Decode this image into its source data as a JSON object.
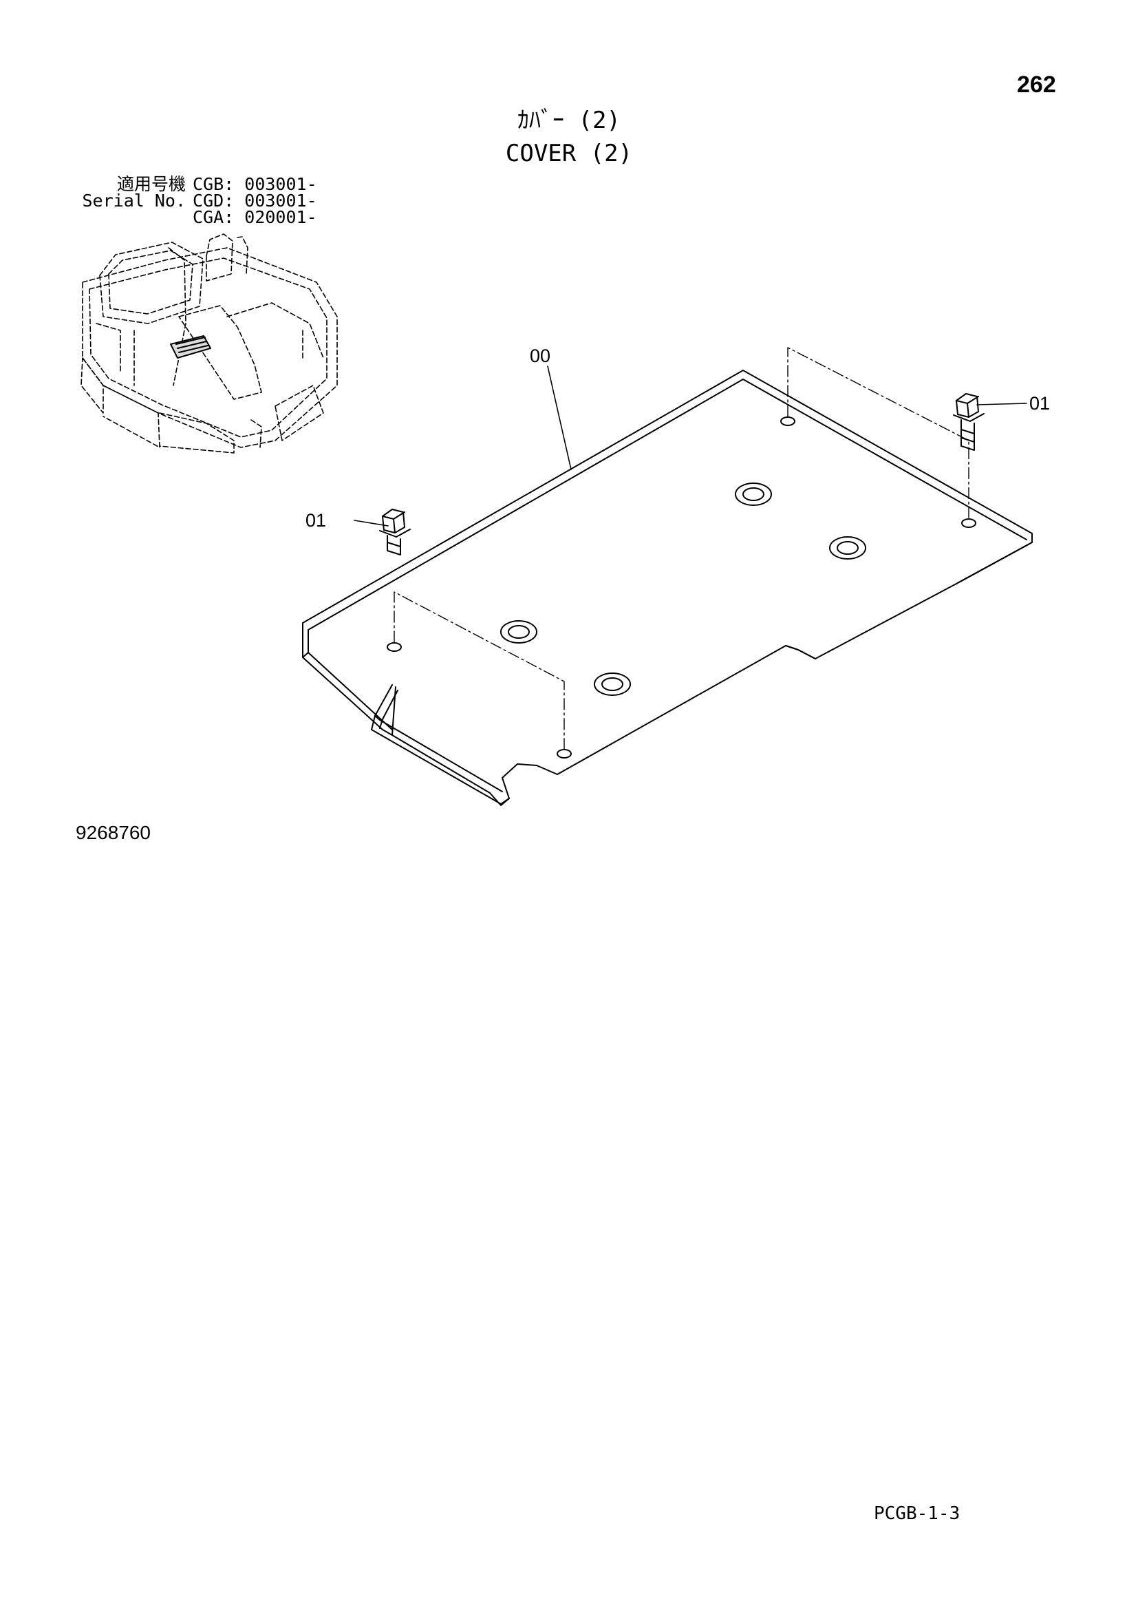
{
  "page_number": "262",
  "title": {
    "japanese": "ｶﾊﾞｰ (2)",
    "english": "COVER (2)"
  },
  "serial_numbers": {
    "label_ja": "適用号機",
    "label_en": "Serial No.",
    "entries": [
      {
        "model": "CGB:",
        "from": "003001-"
      },
      {
        "model": "CGD:",
        "from": "003001-"
      },
      {
        "model": "CGA:",
        "from": "020001-"
      }
    ]
  },
  "callouts": {
    "cover_plate": "00",
    "bolt_left": "01",
    "bolt_right": "01"
  },
  "document_number": "9268760",
  "sheet_code": "PCGB-1-3",
  "line_color": "#000000"
}
